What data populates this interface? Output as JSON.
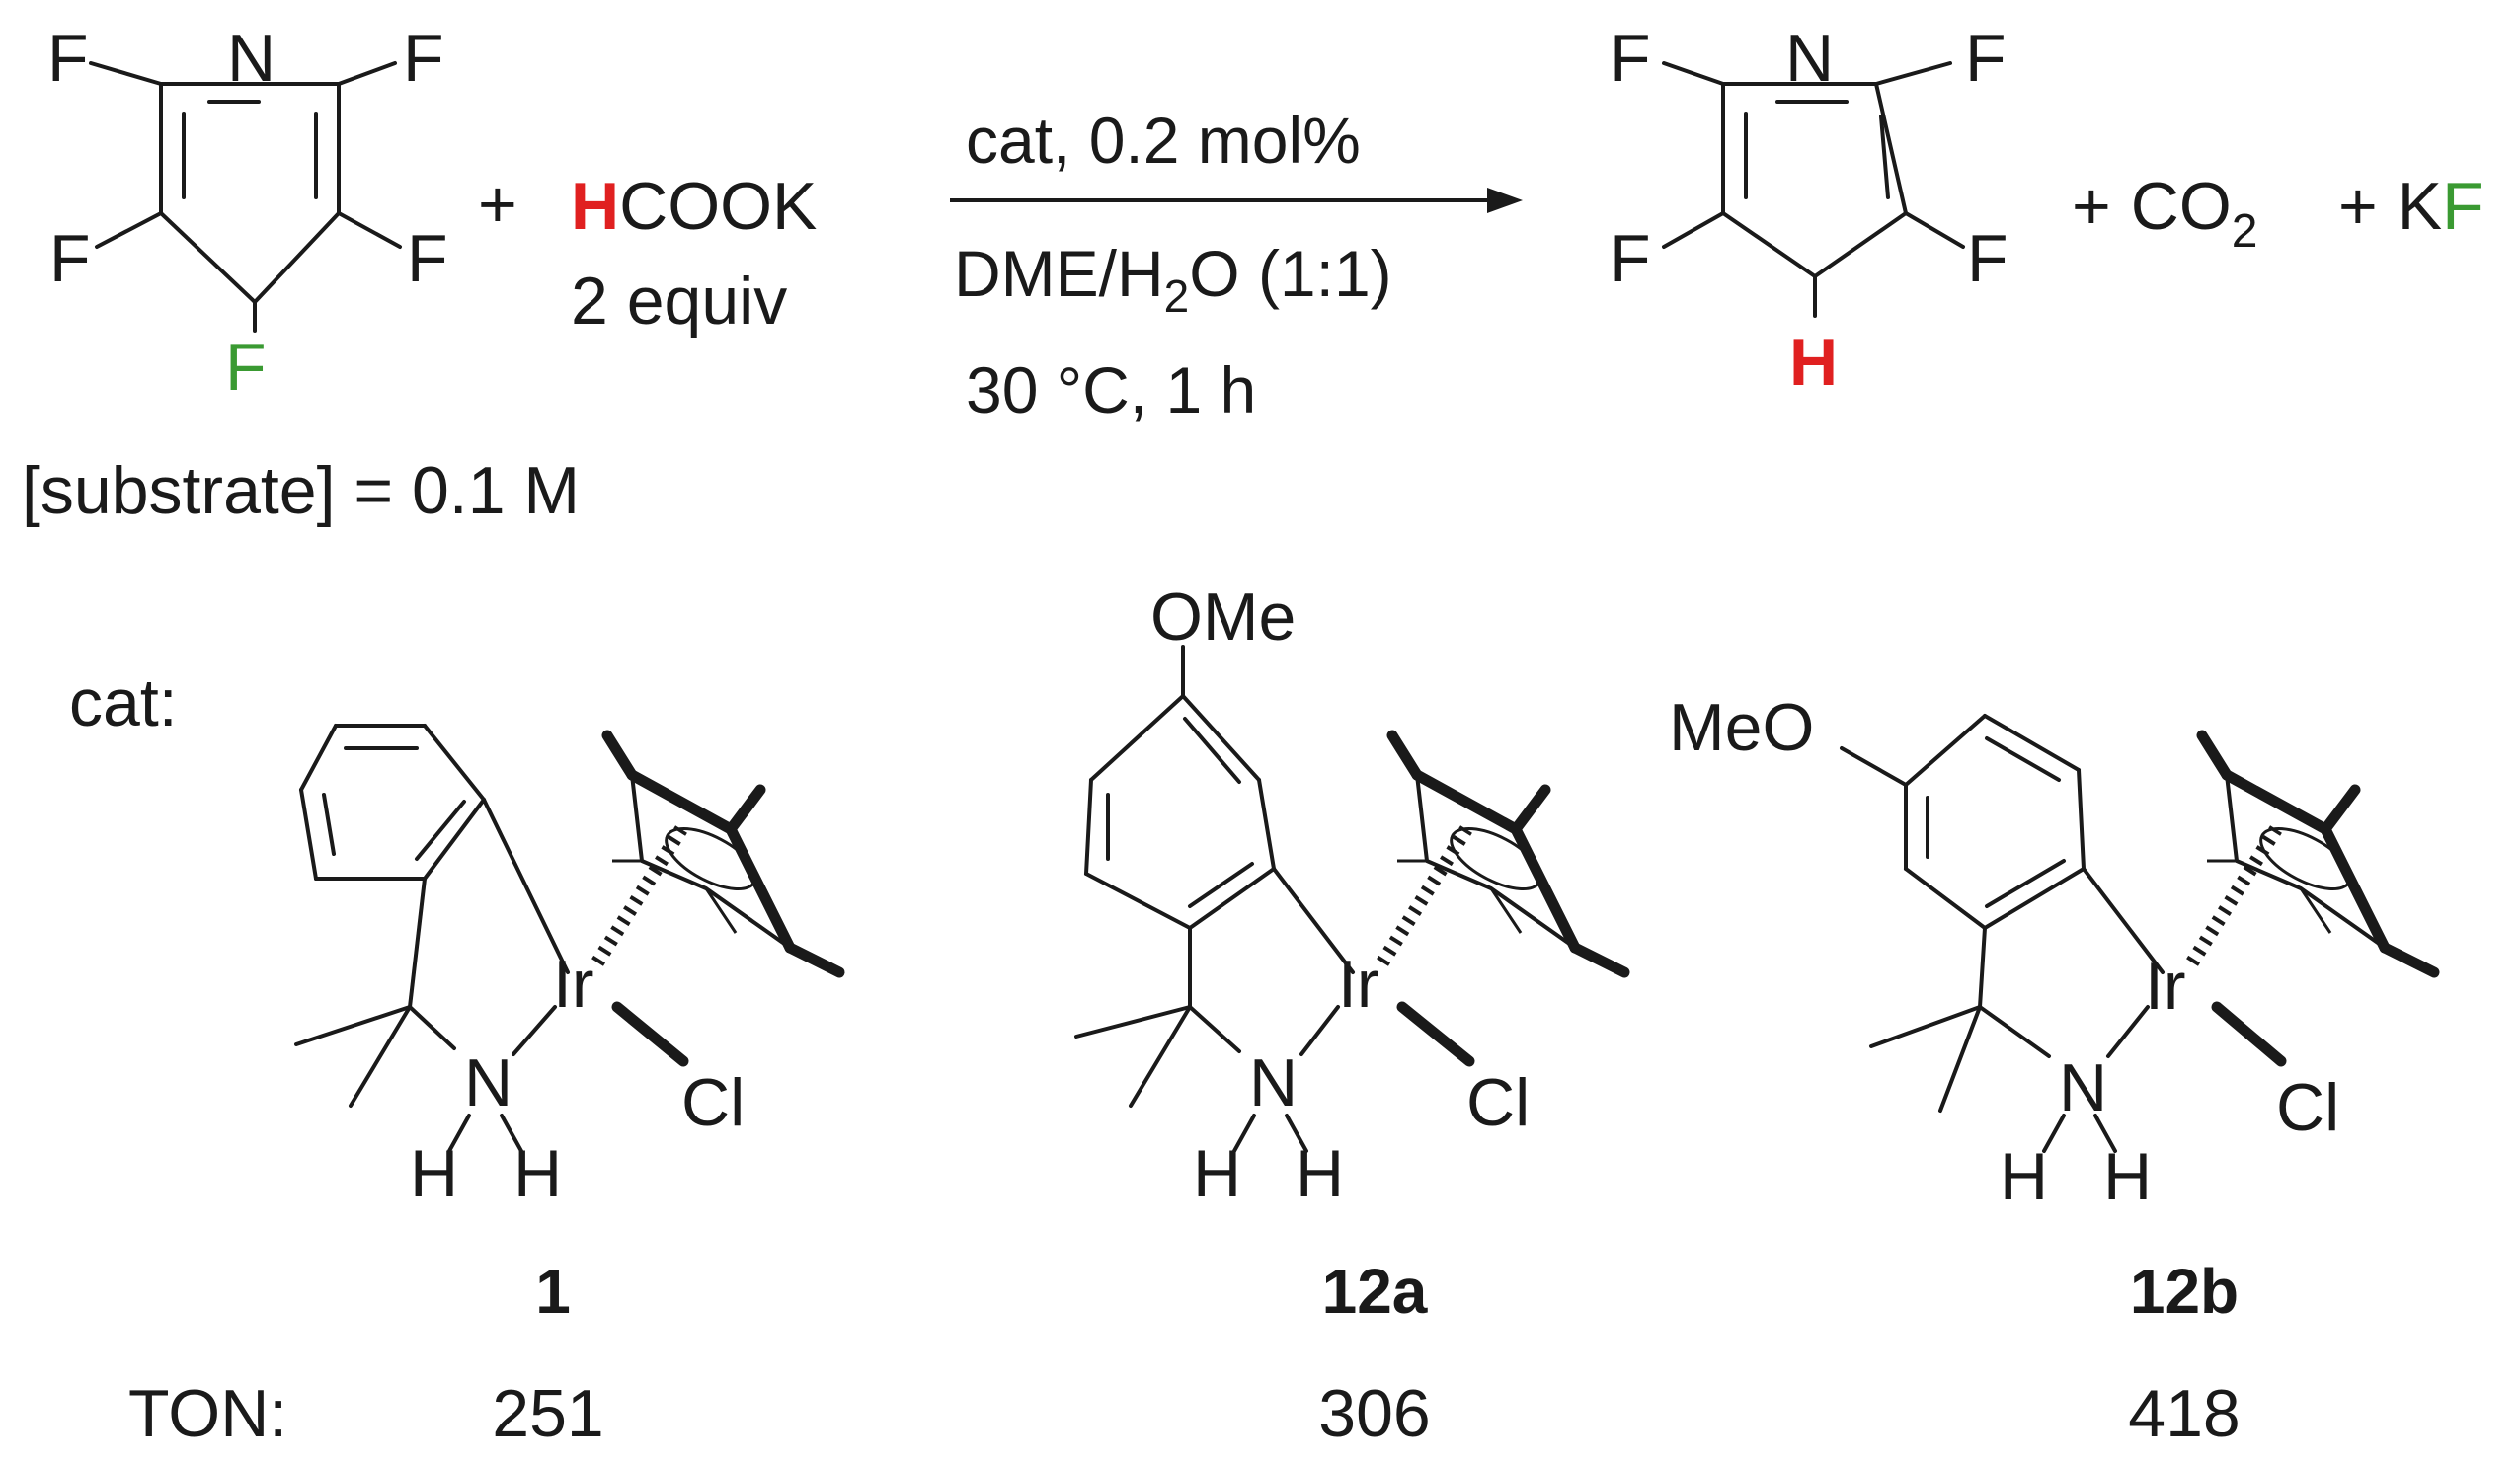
{
  "colors": {
    "hydrogen": "#e02020",
    "fluorine": "#3a9a32",
    "ink": "#1a1a1a"
  },
  "atoms": {
    "F": "F",
    "N": "N",
    "H": "H",
    "Ir": "Ir",
    "Cl": "Cl"
  },
  "reaction": {
    "reagent_h": "H",
    "reagent_rest": "COOK",
    "reagent_equiv": "2 equiv",
    "plus": "+",
    "condition_catalyst": "cat, 0.2 mol%",
    "condition_solvent_a": "DME/H",
    "condition_solvent_sub": "2",
    "condition_solvent_b": "O (1:1)",
    "condition_temp_time": "30 °C, 1 h",
    "substrate_conc": "[substrate] = 0.1 M",
    "byproduct_co": "CO",
    "byproduct_co_sub": "2",
    "byproduct_k": "K",
    "byproduct_f": "F"
  },
  "catalysts": {
    "label": "cat:",
    "ome": "OMe",
    "meo": "MeO",
    "ton_label": "TON:",
    "items": [
      {
        "id": "1",
        "ton": "251"
      },
      {
        "id": "12a",
        "ton": "306"
      },
      {
        "id": "12b",
        "ton": "418"
      }
    ]
  }
}
